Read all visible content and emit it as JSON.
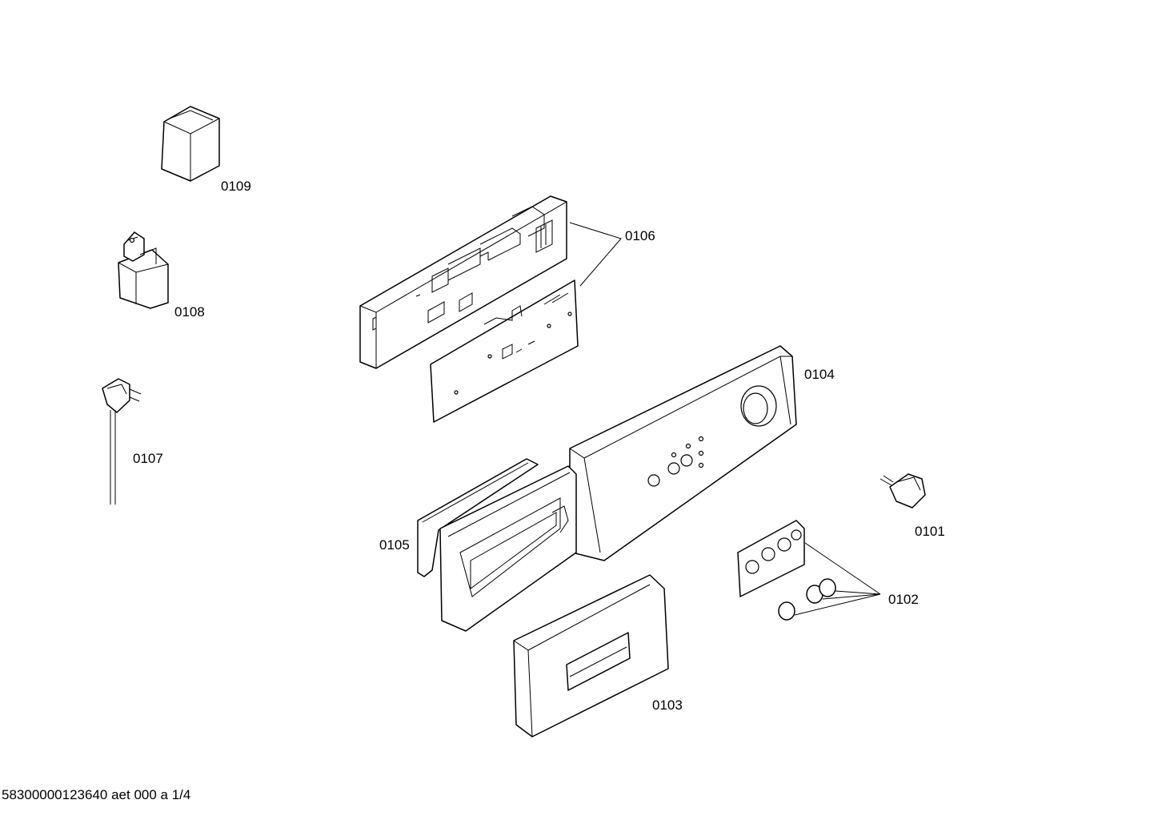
{
  "parts": {
    "p0101": "0101",
    "p0102": "0102",
    "p0103": "0103",
    "p0104": "0104",
    "p0105": "0105",
    "p0106": "0106",
    "p0107": "0107",
    "p0108": "0108",
    "p0109": "0109"
  },
  "footer": "58300000123640 aet 000 a 1/4",
  "colors": {
    "line": "#000000",
    "background": "#ffffff"
  }
}
